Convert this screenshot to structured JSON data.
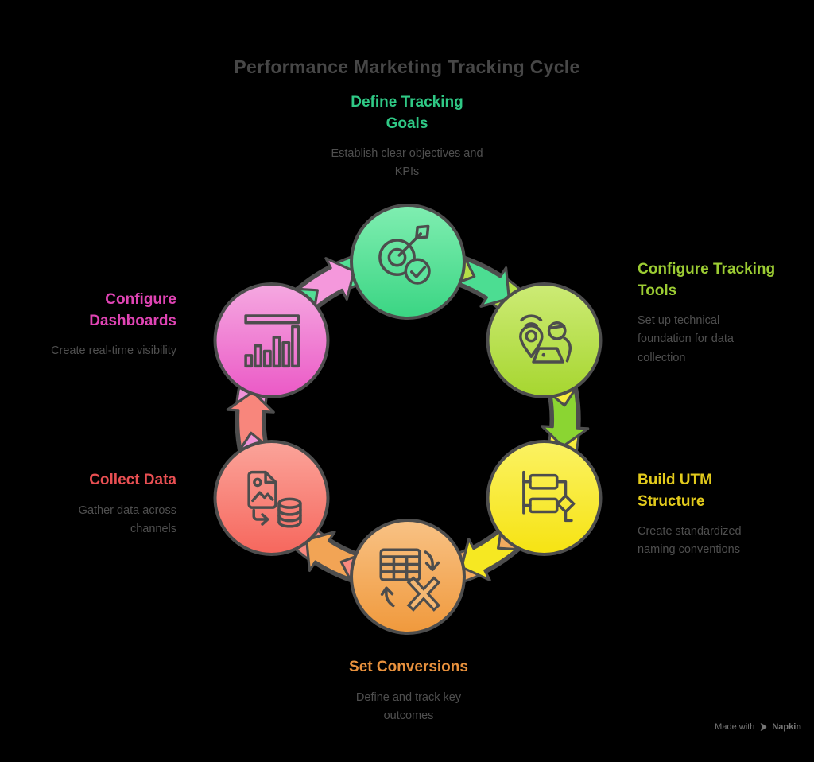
{
  "title": "Performance Marketing Tracking Cycle",
  "colors": {
    "background": "#000000",
    "outline": "#4d4d4d",
    "title_text": "#474747",
    "description_text": "#4f4f4f",
    "watermark_text": "#757575"
  },
  "nodes": [
    {
      "id": "define-tracking-goals",
      "label": "Define Tracking Goals",
      "description": "Establish clear objectives and KPIs",
      "icon": "target-check-icon",
      "angle": -90,
      "colors": {
        "top": "#80eeb1",
        "bottom": "#3ad583",
        "arrow": "#4cdd92",
        "band": "#52df95",
        "label": "#2fc885",
        "icon_fill": "#5ce49d"
      }
    },
    {
      "id": "configure-tracking-tools",
      "label": "Configure Tracking Tools",
      "description": "Set up technical foundation for data collection",
      "icon": "location-tracking-icon",
      "angle": -30,
      "colors": {
        "top": "#cdeb76",
        "bottom": "#a6d62f",
        "arrow": "#8bd532",
        "band": "#b5df47",
        "label": "#9ccc33",
        "icon_fill": "#bfe35e"
      }
    },
    {
      "id": "build-utm-structure",
      "label": "Build UTM Structure",
      "description": "Create standardized naming conventions",
      "icon": "flowchart-icon",
      "angle": 30,
      "colors": {
        "top": "#fbf263",
        "bottom": "#f6e312",
        "arrow": "#f6e822",
        "band": "#f8eb3c",
        "label": "#e2ca1c",
        "icon_fill": "#f9ee52"
      }
    },
    {
      "id": "set-conversions",
      "label": "Set Conversions",
      "description": "Define and track key outcomes",
      "icon": "table-export-icon",
      "angle": 90,
      "colors": {
        "top": "#f8c285",
        "bottom": "#f0993c",
        "arrow": "#f2a455",
        "band": "#f3aa5e",
        "label": "#e8913d",
        "icon_fill": "#f5b872"
      }
    },
    {
      "id": "collect-data",
      "label": "Collect Data",
      "description": "Gather data across channels",
      "icon": "data-collection-icon",
      "angle": 150,
      "colors": {
        "top": "#fba49a",
        "bottom": "#f6675d",
        "arrow": "#f8867c",
        "band": "#f9897f",
        "label": "#e84f52",
        "icon_fill": "#f9948a"
      }
    },
    {
      "id": "configure-dashboards",
      "label": "Configure Dashboards",
      "description": "Create real-time visibility",
      "icon": "bar-chart-icon",
      "angle": 210,
      "colors": {
        "top": "#f5a9e1",
        "bottom": "#eb59c6",
        "arrow": "#f598dc",
        "band": "#f193d9",
        "label": "#e044b4",
        "icon_fill": "#f2a0dc"
      }
    }
  ],
  "watermark": {
    "made_with": "Made with",
    "brand": "Napkin",
    "logo_icon": "napkin-pen-icon"
  }
}
